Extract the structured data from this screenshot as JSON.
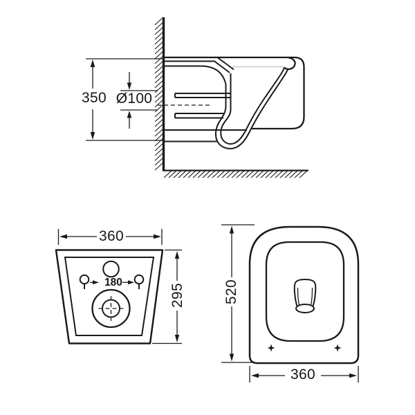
{
  "drawing": {
    "colors": {
      "line": "#1a1a1a",
      "background": "#ffffff",
      "water_line": "#c8c8c8"
    },
    "side_view": {
      "height": "350",
      "outlet_diameter": "Ø100"
    },
    "rear_view": {
      "width": "360",
      "height": "295",
      "bolt_spacing": "180"
    },
    "plan_view": {
      "depth": "520",
      "width": "360"
    }
  }
}
